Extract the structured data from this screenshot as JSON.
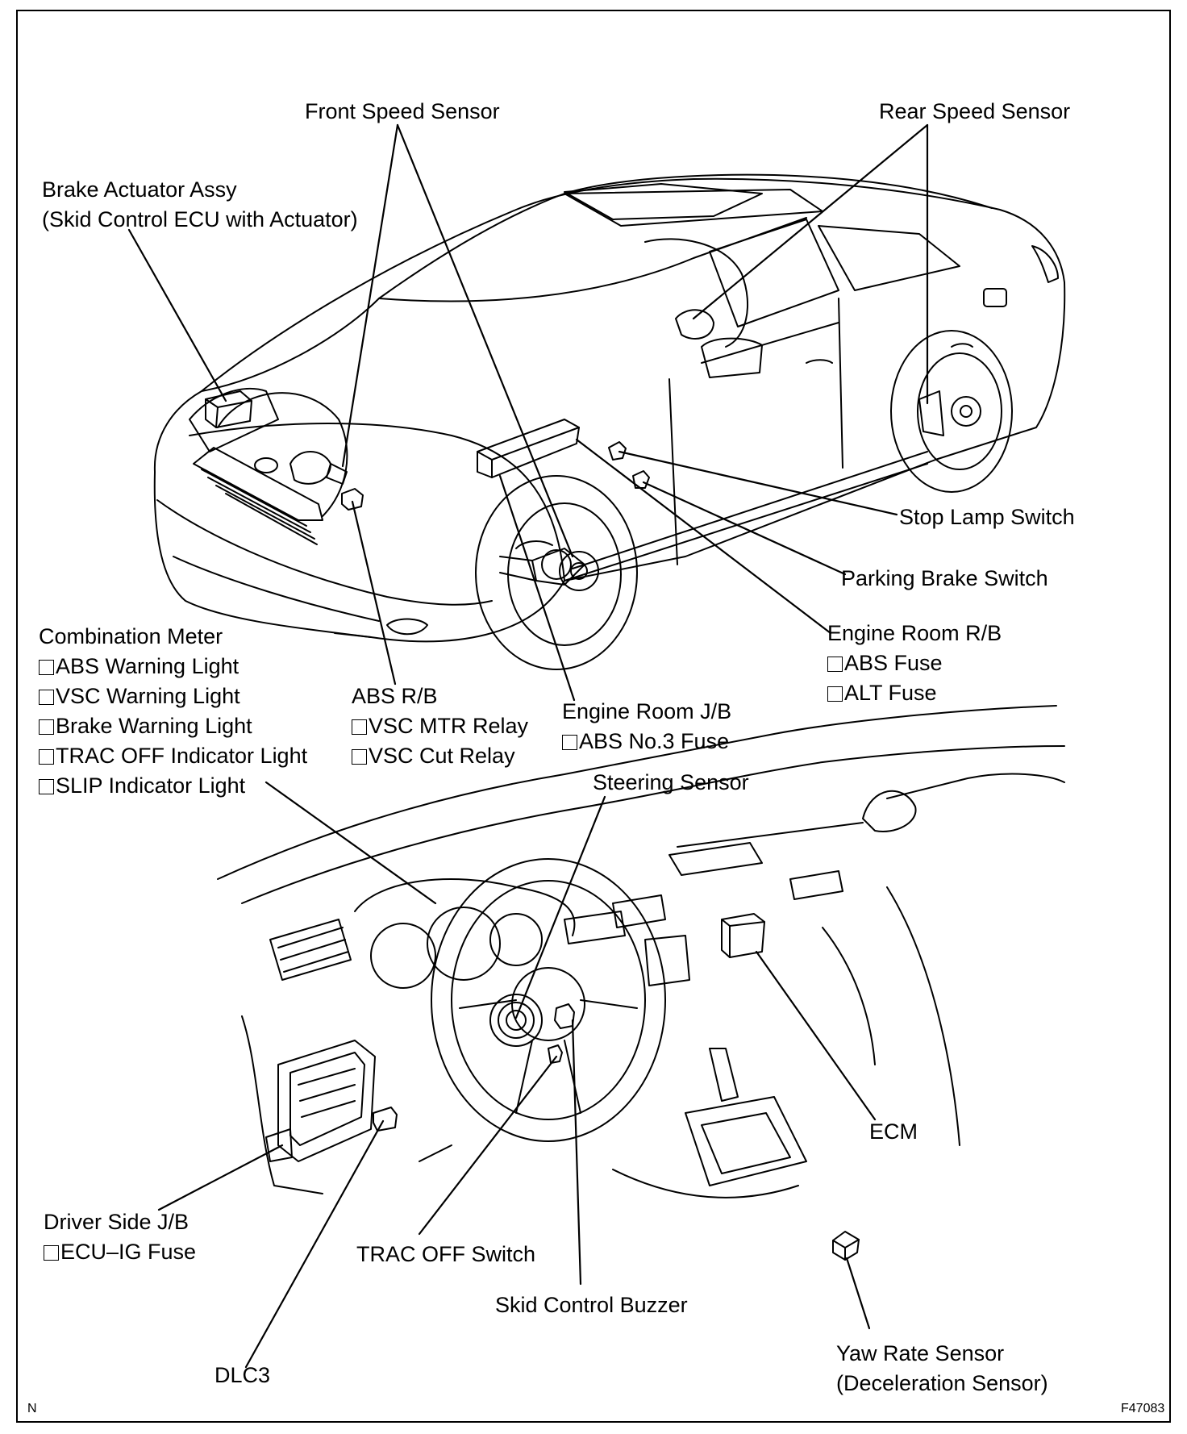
{
  "labels": {
    "front_speed_sensor": "Front Speed Sensor",
    "rear_speed_sensor": "Rear Speed Sensor",
    "brake_actuator": [
      "Brake Actuator Assy",
      "(Skid Control ECU with Actuator)"
    ],
    "stop_lamp_switch": "Stop Lamp Switch",
    "parking_brake_switch": "Parking Brake Switch",
    "engine_room_rb": {
      "title": "Engine Room R/B",
      "items": [
        "ABS Fuse",
        "ALT Fuse"
      ]
    },
    "combination_meter": {
      "title": "Combination Meter",
      "items": [
        "ABS Warning Light",
        "VSC Warning Light",
        "Brake Warning Light",
        "TRAC OFF Indicator Light",
        "SLIP Indicator Light"
      ]
    },
    "abs_rb": {
      "title": "ABS R/B",
      "items": [
        "VSC MTR Relay",
        "VSC Cut Relay"
      ]
    },
    "engine_room_jb": {
      "title": "Engine Room J/B",
      "items": [
        "ABS No.3 Fuse"
      ]
    },
    "steering_sensor": "Steering Sensor",
    "ecm": "ECM",
    "driver_side_jb": {
      "title": "Driver Side J/B",
      "items": [
        "ECU–IG Fuse"
      ]
    },
    "trac_off_switch": "TRAC OFF Switch",
    "skid_control_buzzer": "Skid Control Buzzer",
    "dlc3": "DLC3",
    "yaw_rate_sensor": [
      "Yaw Rate Sensor",
      "(Deceleration Sensor)"
    ],
    "corner_left": "N",
    "figure_id": "F47083"
  }
}
